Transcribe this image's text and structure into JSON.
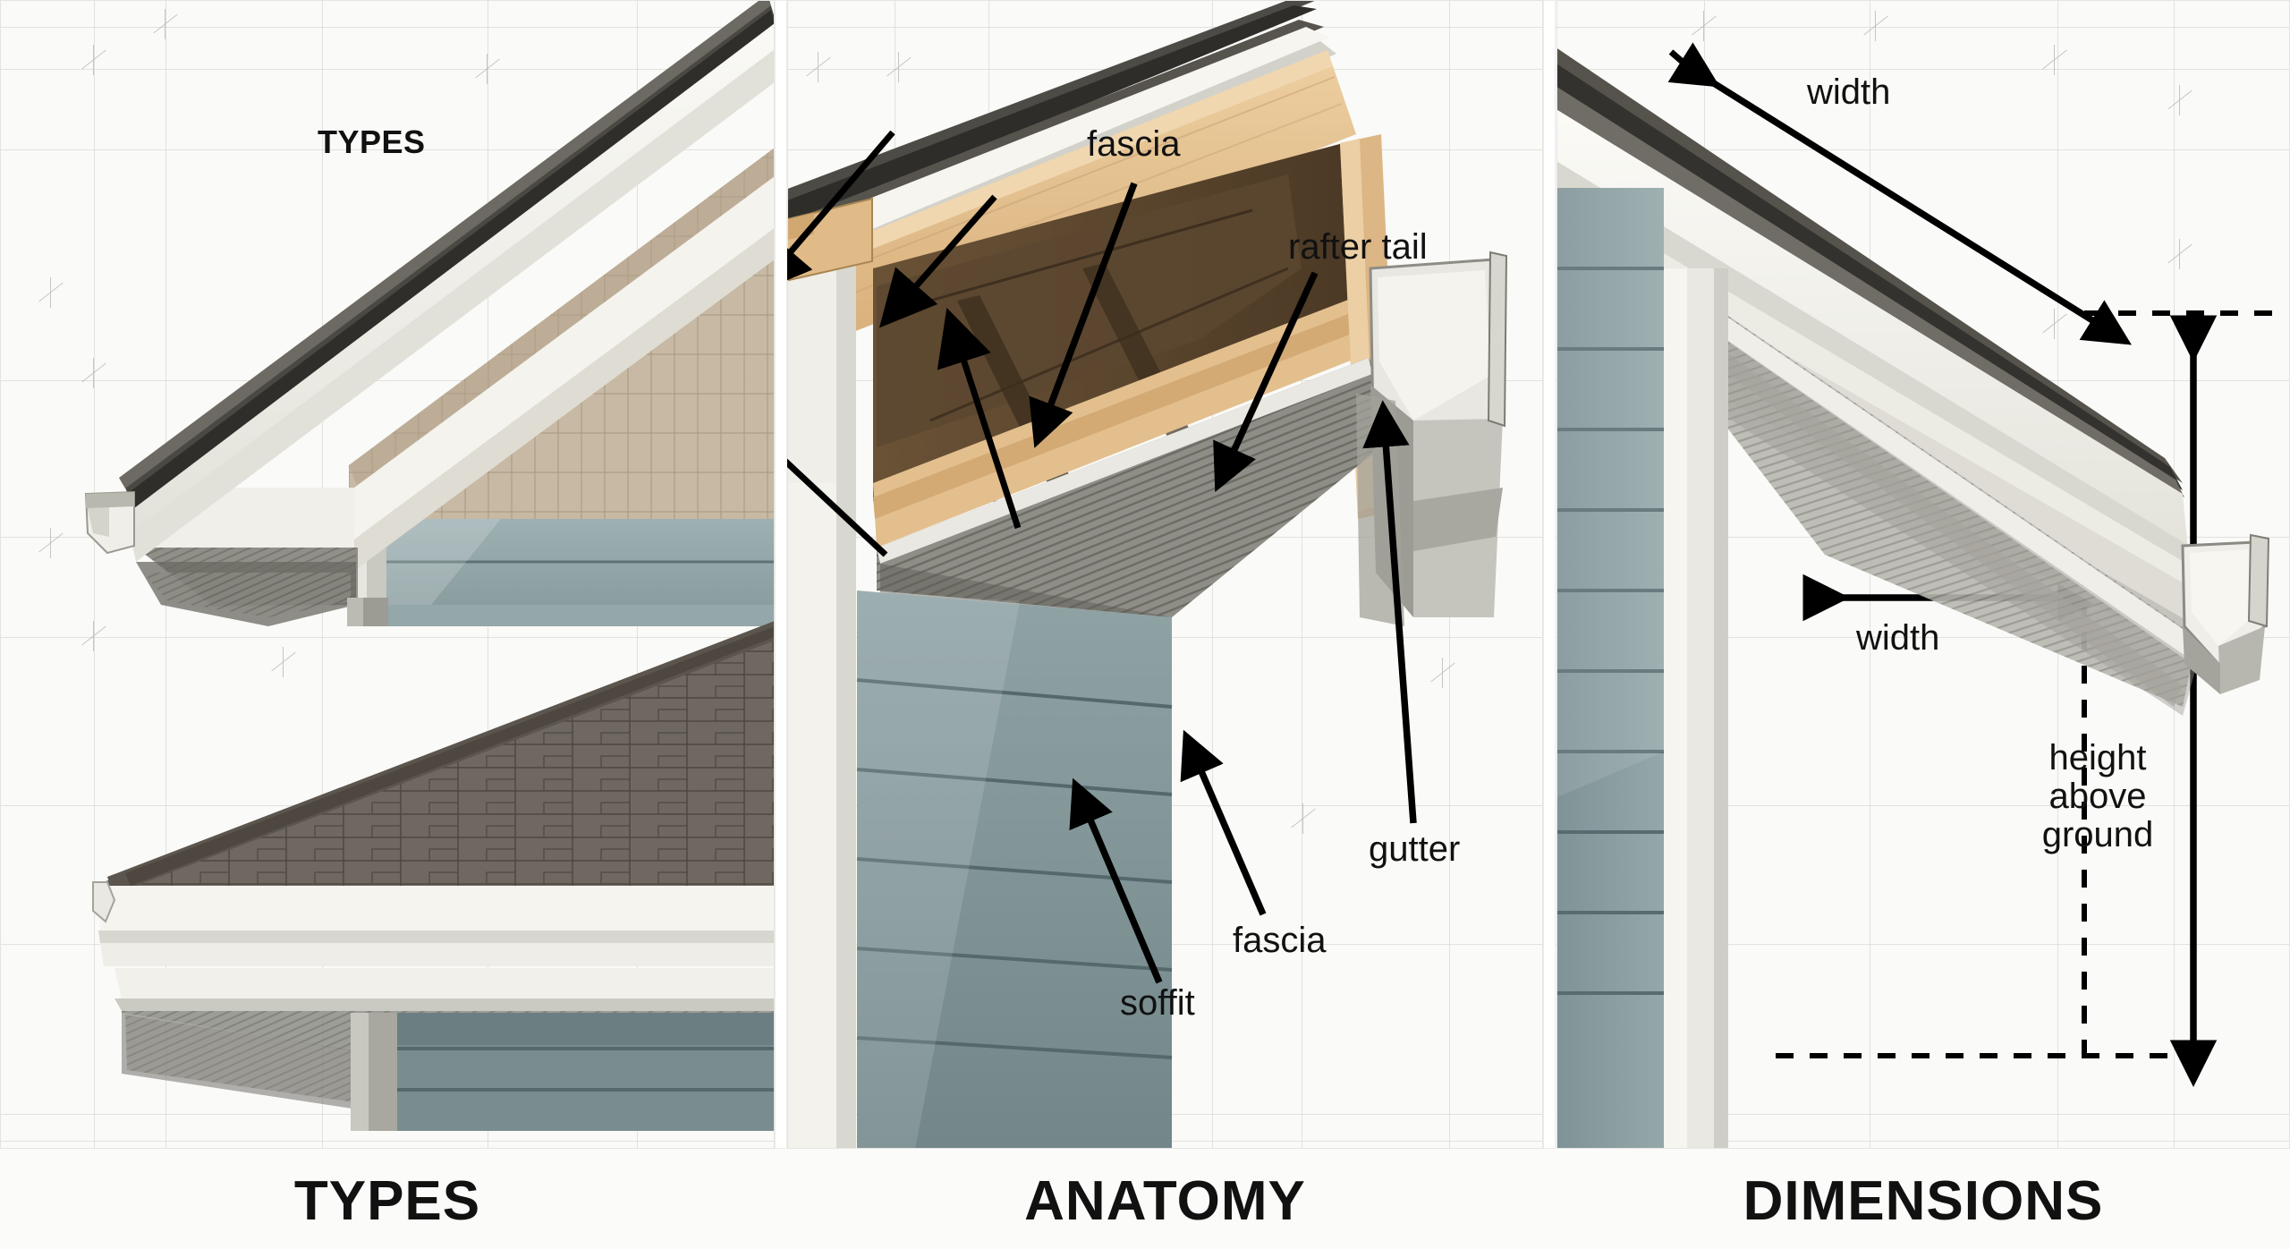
{
  "diagram": {
    "title_inline": "TYPES",
    "panels": [
      {
        "id": "types",
        "caption": "TYPES",
        "inline_label": "TYPES",
        "illustrations": [
          {
            "name": "boxed-eave-gable-overhang",
            "description": "upper gable end with boxed eave, shingle siding and blue-gray lap siding"
          },
          {
            "name": "shingled-roof-eave",
            "description": "lower shingled roof edge with white fascia trim and vented soffit over blue-gray siding"
          }
        ]
      },
      {
        "id": "anatomy",
        "caption": "ANATOMY",
        "callouts": [
          {
            "label": "fascia",
            "target": "fascia-board-upper"
          },
          {
            "label": "rafter tail",
            "target": "rafter-tail"
          },
          {
            "label": "gutter",
            "target": "gutter"
          },
          {
            "label": "fascia",
            "target": "fascia-board-lower"
          },
          {
            "label": "soffit",
            "target": "soffit-panel"
          }
        ]
      },
      {
        "id": "dimensions",
        "caption": "DIMENSIONS",
        "callouts": [
          {
            "label": "width",
            "target": "overhang-width-along-slope"
          },
          {
            "label": "width",
            "target": "overhang-width-horizontal"
          },
          {
            "label": "height above ground",
            "target": "eave-height-above-ground"
          }
        ]
      }
    ]
  },
  "labels": {
    "fascia_upper": "fascia",
    "rafter_tail": "rafter tail",
    "gutter": "gutter",
    "fascia_lower": "fascia",
    "soffit": "soffit",
    "width_slope": "width",
    "width_horizontal": "width",
    "height_above_ground_l1": "height",
    "height_above_ground_l2": "above",
    "height_above_ground_l3": "ground"
  },
  "colors": {
    "background": "#fbfbf9",
    "grid_line": "#d8d8d4",
    "tick_mark": "#9a9a96",
    "trim_white": "#f2f1ec",
    "trim_shadow": "#cfcec7",
    "roof_dark": "#3b3a36",
    "roof_edge": "#6d6b64",
    "shingle_brown": "#6b645b",
    "shingle_brown_dark": "#4e483f",
    "siding_blue_gray": "#8fa2a4",
    "siding_blue_gray_dark": "#6e8184",
    "siding_blue_gray_light": "#a9babb",
    "wood_tan": "#e3bf8e",
    "wood_tan_dark": "#c79f6c",
    "cedar_shake": "#bfae97",
    "soffit_gray": "#8a8a84",
    "gutter_gray": "#c9c9c2",
    "text_black": "#111111",
    "arrow_black": "#000000"
  }
}
